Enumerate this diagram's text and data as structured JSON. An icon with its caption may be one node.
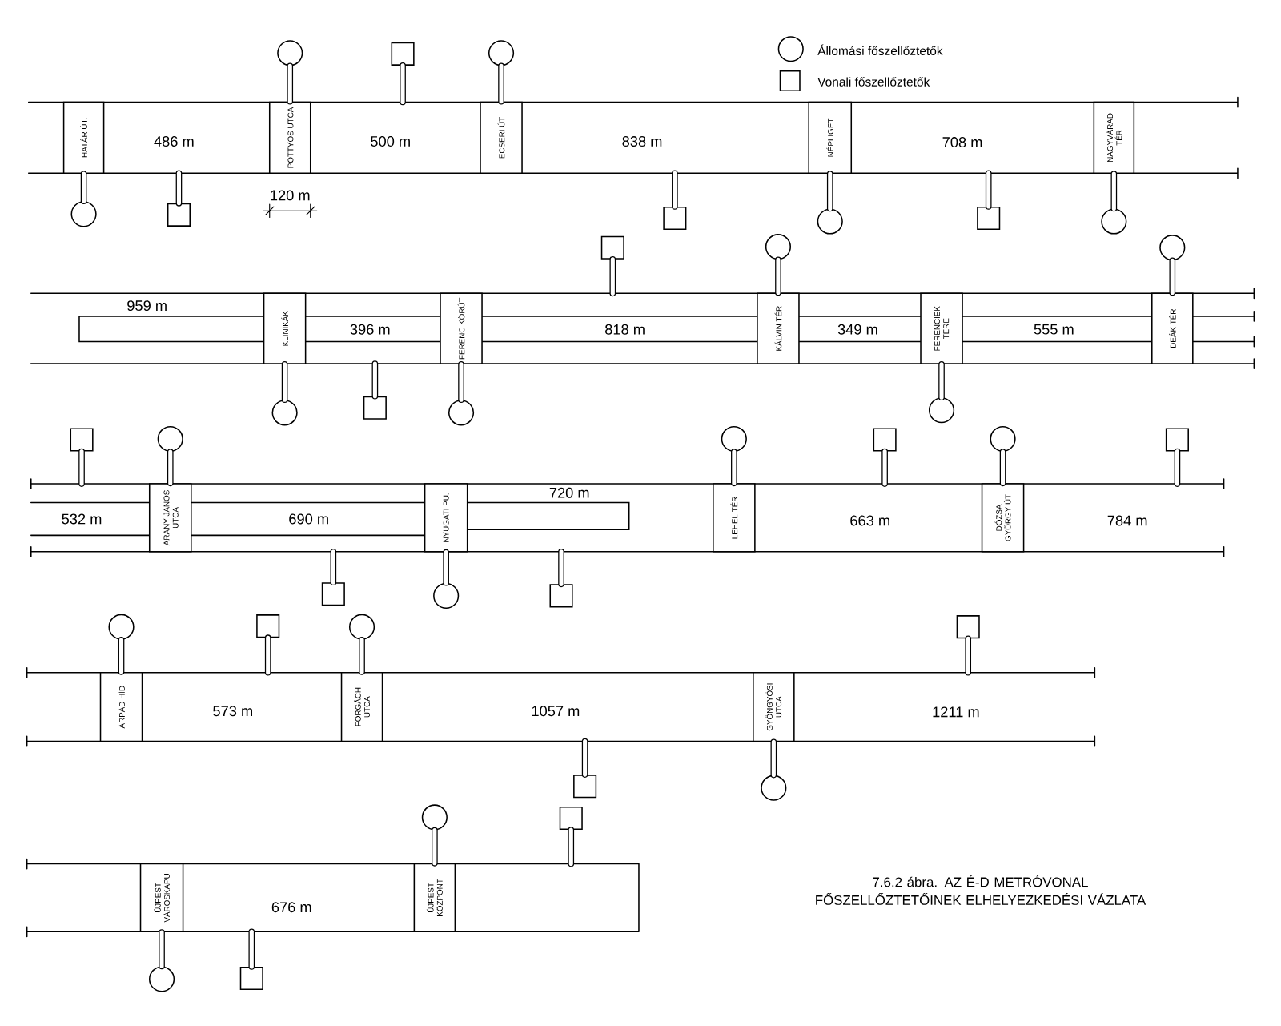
{
  "diagram": {
    "caption": "7.6.2 ábra. AZ É-D METRÓVONAL FŐSZELLŐZTETŐINEK ELHELYEZKEDÉSI VÁZLATA",
    "nodes": [
      {
        "text": [
          "HATÁR ÚT."
        ]
      },
      {
        "text": [
          "PÖTTYÖS UTCA"
        ]
      },
      {
        "text": [
          "ECSERI ÚT"
        ]
      },
      {
        "text": [
          "NÉPLIGET"
        ]
      },
      {
        "text": [
          "NAGYVÁRAD TÉR"
        ]
      },
      {
        "text": [],
        "shape": "circle"
      },
      {
        "text": [],
        "shape": "box"
      },
      {
        "text": [],
        "shape": "circle"
      },
      {
        "text": [],
        "shape": "circle"
      },
      {
        "text": [],
        "shape": "box"
      },
      {
        "text": [],
        "shape": "box"
      },
      {
        "text": [],
        "shape": "circle"
      },
      {
        "text": [],
        "shape": "box"
      },
      {
        "text": [],
        "shape": "circle"
      },
      {
        "text": [
          "KLINIKÁK"
        ]
      },
      {
        "text": [
          "FERENC KÖRÚT"
        ]
      },
      {
        "text": [
          "KÁLVIN TÉR"
        ]
      },
      {
        "text": [
          "FERENCIEK TERE"
        ]
      },
      {
        "text": [
          "DEÁK TÉR"
        ]
      },
      {
        "text": [],
        "shape": "box"
      },
      {
        "text": [],
        "shape": "circle"
      },
      {
        "text": [],
        "shape": "circle"
      },
      {
        "text": [],
        "shape": "circle"
      },
      {
        "text": [],
        "shape": "box"
      },
      {
        "text": [],
        "shape": "circle"
      },
      {
        "text": [],
        "shape": "circle"
      },
      {
        "text": [
          "ARANY JÁNOS UTCA"
        ]
      },
      {
        "text": [
          "NYUGATI PU."
        ]
      },
      {
        "text": [
          "LEHEL TÉR"
        ]
      },
      {
        "text": [
          "DÓZSA GYÖRGY ÚT"
        ]
      },
      {
        "text": [],
        "shape": "box"
      },
      {
        "text": [],
        "shape": "circle"
      },
      {
        "text": [],
        "shape": "circle"
      },
      {
        "text": [],
        "shape": "box"
      },
      {
        "text": [],
        "shape": "circle"
      },
      {
        "text": [],
        "shape": "box"
      },
      {
        "text": [],
        "shape": "box"
      },
      {
        "text": [],
        "shape": "circle"
      },
      {
        "text": [],
        "shape": "box"
      },
      {
        "text": [
          "ÁRPÁD HÍD"
        ]
      },
      {
        "text": [
          "FORGÁCH UTCA"
        ]
      },
      {
        "text": [
          "GYÖNGYÖSI UTCA"
        ]
      },
      {
        "text": [],
        "shape": "circle"
      },
      {
        "text": [],
        "shape": "box"
      },
      {
        "text": [],
        "shape": "circle"
      },
      {
        "text": [],
        "shape": "box"
      },
      {
        "text": [],
        "shape": "box"
      },
      {
        "text": [],
        "shape": "circle"
      },
      {
        "text": [
          "ÚJPEST VÁROSKAPU"
        ]
      },
      {
        "text": [
          "ÚJPEST KÖZPONT"
        ]
      },
      {
        "text": [],
        "shape": "circle"
      },
      {
        "text": [],
        "shape": "box"
      },
      {
        "text": [],
        "shape": "circle"
      },
      {
        "text": [],
        "shape": "box"
      }
    ],
    "edges": [
      {
        "from": 5,
        "to": 1,
        "arrow": "none"
      },
      {
        "from": 6,
        "to": null,
        "arrow": "none"
      },
      {
        "from": 7,
        "to": 2,
        "arrow": "none"
      },
      {
        "from": 8,
        "to": 0,
        "arrow": "none"
      },
      {
        "from": 9,
        "to": null,
        "arrow": "none"
      },
      {
        "from": 10,
        "to": null,
        "arrow": "none"
      },
      {
        "from": 11,
        "to": 3,
        "arrow": "none"
      },
      {
        "from": 12,
        "to": null,
        "arrow": "none"
      },
      {
        "from": 13,
        "to": 4,
        "arrow": "none"
      },
      {
        "from": 19,
        "to": null,
        "arrow": "none"
      },
      {
        "from": 20,
        "to": 16,
        "arrow": "none"
      },
      {
        "from": 21,
        "to": 18,
        "arrow": "none"
      },
      {
        "from": 22,
        "to": 14,
        "arrow": "none"
      },
      {
        "from": 23,
        "to": null,
        "arrow": "none"
      },
      {
        "from": 24,
        "to": 15,
        "arrow": "none"
      },
      {
        "from": 25,
        "to": 17,
        "arrow": "none"
      },
      {
        "from": 30,
        "to": null,
        "arrow": "none"
      },
      {
        "from": 31,
        "to": 26,
        "arrow": "none"
      },
      {
        "from": 32,
        "to": 28,
        "arrow": "none"
      },
      {
        "from": 33,
        "to": null,
        "arrow": "none"
      },
      {
        "from": 34,
        "to": 29,
        "arrow": "none"
      },
      {
        "from": 35,
        "to": null,
        "arrow": "none"
      },
      {
        "from": 36,
        "to": null,
        "arrow": "none"
      },
      {
        "from": 37,
        "to": 27,
        "arrow": "none"
      },
      {
        "from": 38,
        "to": null,
        "arrow": "none"
      },
      {
        "from": 42,
        "to": 39,
        "arrow": "none"
      },
      {
        "from": 43,
        "to": null,
        "arrow": "none"
      },
      {
        "from": 44,
        "to": 40,
        "arrow": "none"
      },
      {
        "from": 45,
        "to": null,
        "arrow": "none"
      },
      {
        "from": 46,
        "to": null,
        "arrow": "none"
      },
      {
        "from": 47,
        "to": 41,
        "arrow": "none"
      },
      {
        "from": 50,
        "to": 49,
        "arrow": "none"
      },
      {
        "from": 51,
        "to": null,
        "arrow": "none"
      },
      {
        "from": 52,
        "to": 48,
        "arrow": "none"
      },
      {
        "from": 53,
        "to": null,
        "arrow": "none"
      }
    ],
    "labels": [
      "486 m",
      "500 m",
      "838 m",
      "708 m",
      "120 m",
      "959 m",
      "396 m",
      "818 m",
      "349 m",
      "555 m",
      "532 m",
      "690 m",
      "720 m",
      "663 m",
      "784 m",
      "573 m",
      "1057 m",
      "1211 m",
      "676 m"
    ],
    "legend": [
      {
        "text": "Állomási főszellőztetők"
      },
      {
        "text": "Vonali főszellőztetők"
      }
    ]
  }
}
